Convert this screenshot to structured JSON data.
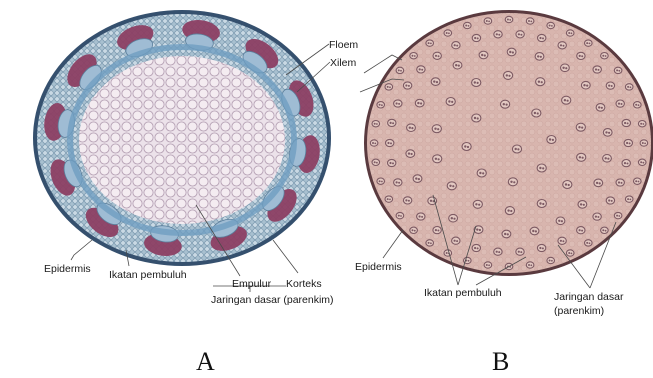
{
  "panels": {
    "a": {
      "letter": "A",
      "labels": {
        "floem": "Floem",
        "xilem": "Xilem",
        "epidermis": "Epidermis",
        "ikatan": "Ikatan pembuluh",
        "empulur": "Empulur",
        "korteks": "Korteks",
        "jaringan": "Jaringan dasar (parenkim)"
      }
    },
    "b": {
      "letter": "B",
      "labels": {
        "epidermis": "Epidermis",
        "ikatan": "Ikatan pembuluh",
        "jaringan1": "Jaringan dasar",
        "jaringan2": "(parenkim)"
      }
    }
  },
  "colors": {
    "a_outer": "#7fa0b8",
    "a_pith": "#e9dde5",
    "a_bundle": "#8c3f63",
    "b_fill": "#d9b7b0",
    "b_bundle": "#7d5a63"
  }
}
